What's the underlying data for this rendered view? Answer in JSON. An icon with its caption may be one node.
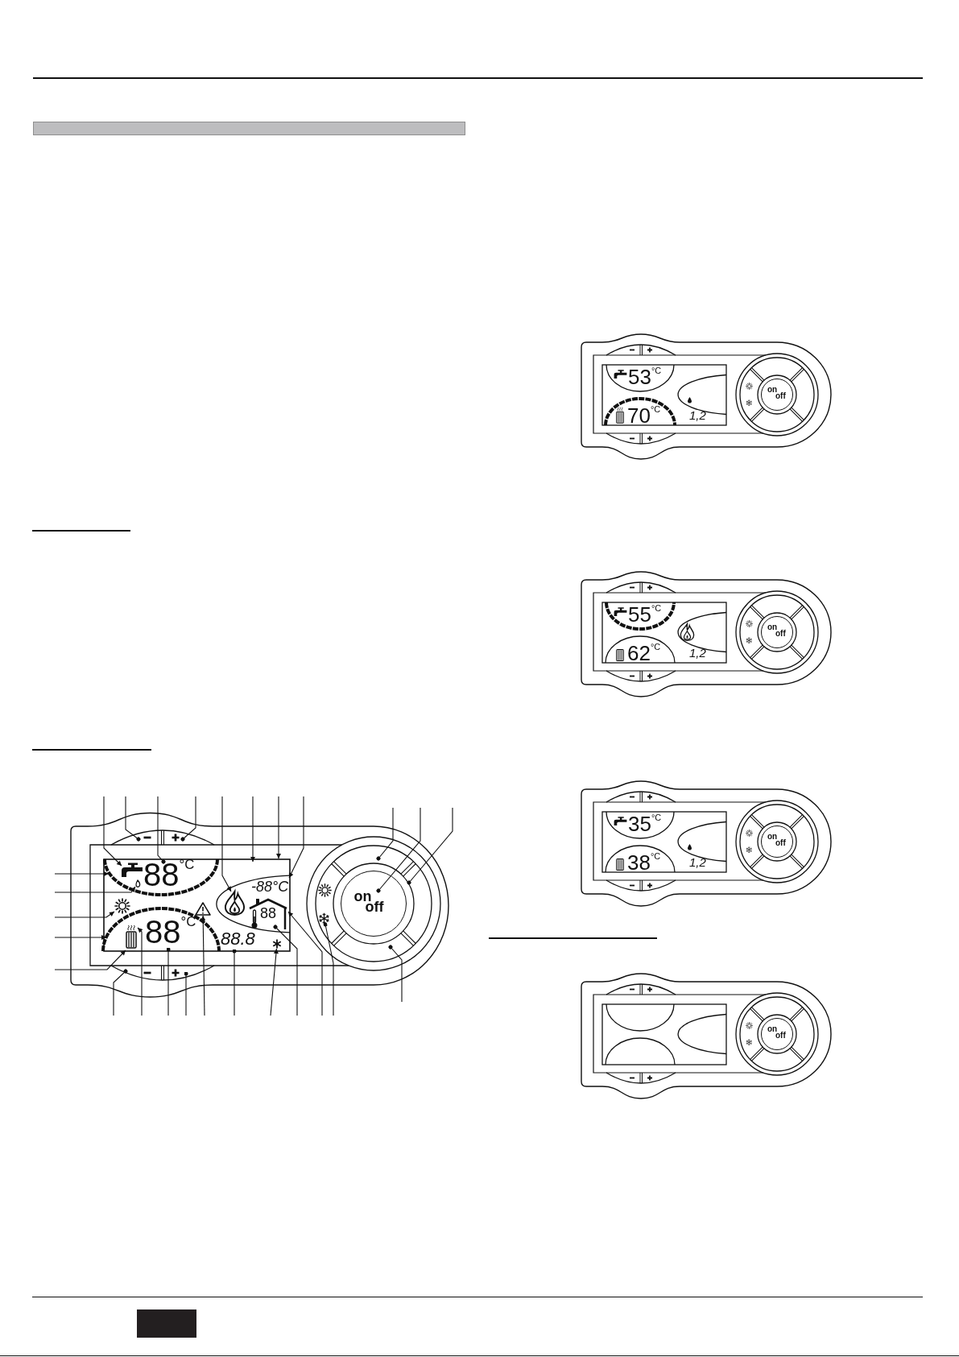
{
  "diagram": {
    "nodes": [
      {
        "text": [],
        "shape": "bar"
      },
      {
        "text": [],
        "shape": "picture"
      },
      {
        "text": [
          "88$^{°C}$"
        ],
        "in": 1
      },
      {
        "text": [
          "88$^{°C}$"
        ],
        "in": 1
      },
      {
        "text": [
          "-88°C",
          "88"
        ],
        "in": 1
      },
      {
        "text": [
          "on off"
        ],
        "in": 1
      },
      {
        "text": [
          "88.8"
        ],
        "in": 1
      },
      {
        "text": [],
        "shape": "sun",
        "in": 1
      },
      {
        "text": [],
        "shape": "triangle",
        "in": 1
      },
      {
        "text": [],
        "shape": "asterisk",
        "in": 1
      },
      {
        "text": [],
        "shape": "picture"
      },
      {
        "text": [
          "53$^{°C}$"
        ],
        "in": 10
      },
      {
        "text": [
          "70$^{°C}$"
        ],
        "in": 10
      },
      {
        "text": [],
        "shape": "ellipse",
        "in": 10
      },
      {
        "text": [
          "on off"
        ],
        "in": 10
      },
      {
        "text": [],
        "shape": "picture"
      },
      {
        "text": [
          "55$^{°C}$"
        ],
        "in": 15
      },
      {
        "text": [
          "62$^{°C}$"
        ],
        "in": 15
      },
      {
        "text": [],
        "shape": "ellipse",
        "in": 15
      },
      {
        "text": [
          "on off"
        ],
        "in": 15
      },
      {
        "text": [],
        "shape": "picture"
      },
      {
        "text": [
          "35$^{°C}$"
        ],
        "in": 20
      },
      {
        "text": [
          "38$^{°C}$"
        ],
        "in": 20
      },
      {
        "text": [],
        "shape": "ellipse",
        "in": 20
      },
      {
        "text": [
          "on off"
        ],
        "in": 20
      },
      {
        "text": [],
        "shape": "picture"
      },
      {
        "text": [],
        "shape": "ellipse",
        "in": 25
      },
      {
        "text": [],
        "shape": "ellipse",
        "in": 25
      },
      {
        "text": [],
        "shape": "ellipse",
        "in": 25
      },
      {
        "text": [
          "on off"
        ],
        "in": 25
      },
      {
        "text": [],
        "shape": "box"
      },
      {
        "text": [],
        "shape": "snowflake",
        "in": 1
      }
    ],
    "edges": [
      {
        "from": null,
        "to": 2,
        "arrow": "to"
      },
      {
        "from": null,
        "to": 1,
        "arrow": "other"
      },
      {
        "from": null,
        "to": 2,
        "arrow": "other"
      },
      {
        "from": null,
        "to": 1,
        "arrow": "other"
      },
      {
        "from": null,
        "to": 4,
        "arrow": "to"
      },
      {
        "from": null,
        "to": 1,
        "arrow": "to"
      },
      {
        "from": null,
        "to": 1,
        "arrow": "to"
      },
      {
        "from": null,
        "to": 4,
        "arrow": "to"
      },
      {
        "from": null,
        "to": 1,
        "arrow": "other"
      },
      {
        "from": null,
        "to": 5,
        "arrow": "other"
      },
      {
        "from": null,
        "to": 1,
        "arrow": "other"
      },
      {
        "from": null,
        "to": 2,
        "arrow": "to"
      },
      {
        "from": null,
        "to": 2,
        "arrow": "to"
      },
      {
        "from": null,
        "to": 7,
        "arrow": "to"
      },
      {
        "from": null,
        "to": 3,
        "arrow": "to"
      },
      {
        "from": null,
        "to": 3,
        "arrow": "to"
      },
      {
        "from": null,
        "to": 1,
        "arrow": "other"
      },
      {
        "from": null,
        "to": 3,
        "arrow": "to"
      },
      {
        "from": null,
        "to": 3,
        "arrow": "other"
      },
      {
        "from": null,
        "to": 1,
        "arrow": "other"
      },
      {
        "from": null,
        "to": 8,
        "arrow": "to"
      },
      {
        "from": null,
        "to": 6,
        "arrow": "other"
      },
      {
        "from": null,
        "to": 9,
        "arrow": "to"
      },
      {
        "from": null,
        "to": 4,
        "arrow": "other"
      },
      {
        "from": null,
        "to": 4,
        "arrow": "to"
      },
      {
        "from": null,
        "to": 31,
        "arrow": "other"
      },
      {
        "from": null,
        "to": 1,
        "arrow": "other"
      }
    ],
    "labels": [
      "1,2",
      "1,2",
      "1,2"
    ]
  }
}
